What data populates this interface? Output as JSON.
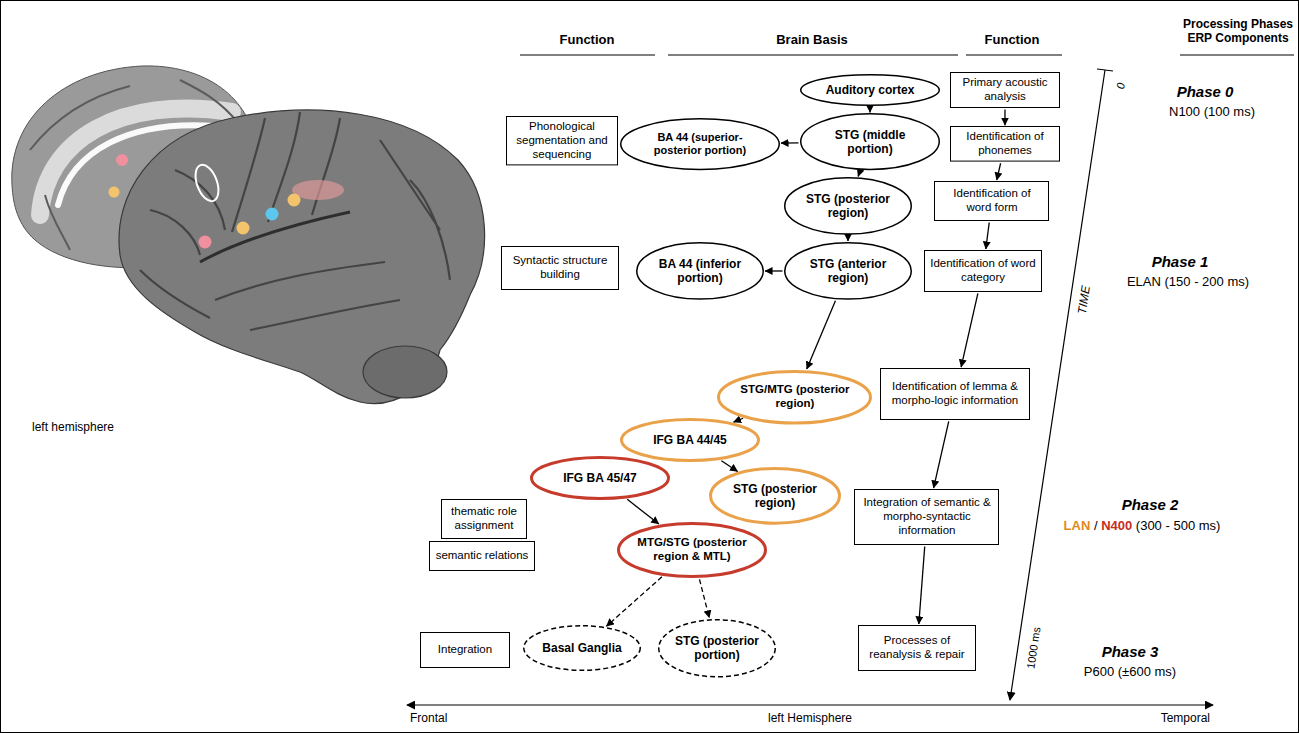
{
  "diagram": {
    "nodes": [
      {
        "text": [
          "Phase 0",
          "N100 (100 ms)"
        ]
      },
      {
        "text": [
          "Auditory cortex"
        ],
        "in": 0
      },
      {
        "text": [
          "Primary acoustic analysis"
        ],
        "in": 0
      },
      {
        "text": [
          "Phonological segmentation and sequencing"
        ],
        "in": 0
      },
      {
        "text": [
          "BA 44 (superior-posterior portion)"
        ],
        "in": 0
      },
      {
        "text": [
          "STG (middle portion)"
        ],
        "in": 0
      },
      {
        "text": [
          "Identification of phonemes"
        ],
        "in": 0
      },
      {
        "text": [
          "Phase 1",
          "ELAN (150 - 200 ms)"
        ]
      },
      {
        "text": [
          "STG (posterior region)"
        ],
        "in": 7
      },
      {
        "text": [
          "Identification of word form"
        ],
        "in": 7
      },
      {
        "text": [
          "Syntactic structure building"
        ],
        "in": 7
      },
      {
        "text": [
          "BA 44 (inferior portion)"
        ],
        "in": 7
      },
      {
        "text": [
          "STG (anterior region)"
        ],
        "in": 7
      },
      {
        "text": [
          "Identification of word category"
        ],
        "in": 7
      },
      {
        "text": [
          "Phase 2",
          "LAN / N400 (300 - 500 ms)"
        ]
      },
      {
        "text": [
          "STG/MTG (posterior region)"
        ],
        "in": 14
      },
      {
        "text": [
          "Identification of lemma & morpho-logic information"
        ],
        "in": 14
      },
      {
        "text": [
          "IFG BA 44/45"
        ],
        "in": 14
      },
      {
        "text": [
          "IFG BA 45/47"
        ],
        "in": 14
      },
      {
        "text": [
          "thematic role assignment"
        ],
        "in": 14
      },
      {
        "text": [
          "semantic relations"
        ],
        "in": 14
      },
      {
        "text": [
          "STG (posterior region)"
        ],
        "in": 14
      },
      {
        "text": [
          "MTG/STG (posterior region & MTL)"
        ],
        "in": 14
      },
      {
        "text": [
          "Integration of semantic & morpho-syntactic information"
        ],
        "in": 14
      },
      {
        "text": [
          "Phase 3",
          "P600 (±600 ms)"
        ]
      },
      {
        "text": [
          "Integration"
        ],
        "in": 24
      },
      {
        "text": [
          "Basal Ganglia"
        ],
        "in": 24
      },
      {
        "text": [
          "STG (posterior portion)"
        ],
        "in": 24
      },
      {
        "text": [
          "Processes of reanalysis & repair"
        ],
        "in": 24
      }
    ],
    "edges": [
      {
        "from": 1,
        "to": 5,
        "arrow": "to"
      },
      {
        "from": 5,
        "to": 4,
        "arrow": "to"
      },
      {
        "from": 2,
        "to": 6,
        "arrow": "to"
      },
      {
        "from": 5,
        "to": 8,
        "arrow": "to"
      },
      {
        "from": 6,
        "to": 9,
        "arrow": "to"
      },
      {
        "from": 8,
        "to": 12,
        "arrow": "to"
      },
      {
        "from": 12,
        "to": 11,
        "arrow": "to"
      },
      {
        "from": 9,
        "to": 13,
        "arrow": "to"
      },
      {
        "from": 12,
        "to": 15,
        "arrow": "to"
      },
      {
        "from": 13,
        "to": 16,
        "arrow": "to"
      },
      {
        "from": 15,
        "to": 17,
        "arrow": "to"
      },
      {
        "from": 17,
        "to": 21,
        "arrow": "to"
      },
      {
        "from": 18,
        "to": 22,
        "arrow": "to"
      },
      {
        "from": 16,
        "to": 23,
        "arrow": "to"
      },
      {
        "from": 22,
        "to": 26,
        "arrow": "to"
      },
      {
        "from": 22,
        "to": 27,
        "arrow": "to"
      },
      {
        "from": 23,
        "to": 28,
        "arrow": "to"
      }
    ],
    "labels": [
      "Function",
      "Brain Basis",
      "Function",
      "Processing Phases ERP Components",
      "left hemisphere",
      "TIME",
      "0",
      "1000 ms",
      "Frontal",
      "left Hemisphere",
      "Temporal"
    ]
  }
}
